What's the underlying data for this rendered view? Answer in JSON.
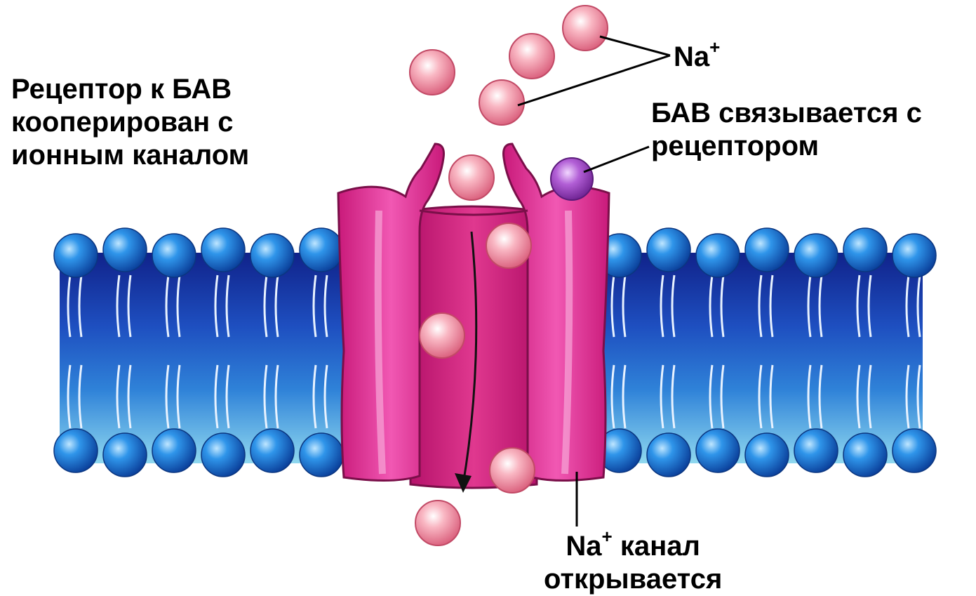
{
  "labels": {
    "receptor": {
      "line1": "Рецептор к БАВ",
      "line2": "кооперирован с",
      "line3": "ионным каналом"
    },
    "sodium": {
      "symbol": "Na",
      "charge": "+"
    },
    "binding": {
      "line1": "БАВ связывается с",
      "line2": "рецептором"
    },
    "channel": {
      "symbol": "Na",
      "charge": "+",
      "line1_rest": " канал",
      "line2": "открывается"
    }
  },
  "colors": {
    "membrane_blue": "#1d5fc4",
    "lipid_head": "#2a8ae0",
    "channel_pink": "#e8309a",
    "ion_pink": "#f7a3b4",
    "ligand_purple": "#a64fc8"
  }
}
